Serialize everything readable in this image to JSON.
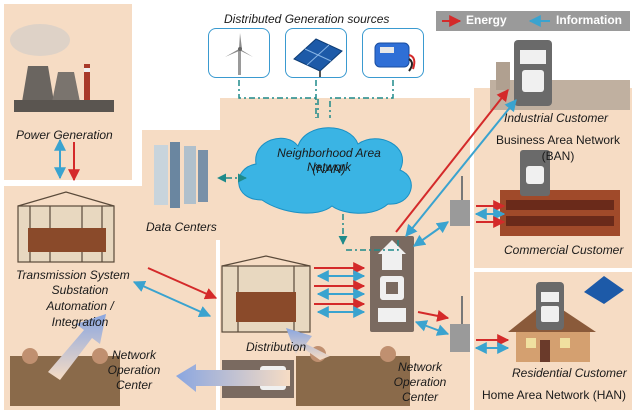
{
  "title": "Distributed Generation sources",
  "legend": {
    "energy": "Energy",
    "information": "Information"
  },
  "labels": {
    "power_generation": "Power Generation",
    "transmission_system": "Transmission System",
    "substation_automation": [
      "Substation",
      "Automation /",
      "Integration"
    ],
    "data_centers": "Data Centers",
    "nan": [
      "Neighborhood Area Network",
      "(NAN)"
    ],
    "distribution": "Distribution",
    "noc_left": [
      "Network",
      "Operation",
      "Center"
    ],
    "noc_right": [
      "Network",
      "Operation",
      "Center"
    ],
    "industrial_customer": "Industrial Customer",
    "ban": [
      "Business Area Network",
      "(BAN)"
    ],
    "commercial_customer": "Commercial Customer",
    "residential_customer": "Residential Customer",
    "han": "Home Area Network (HAN)"
  },
  "sources": [
    "wind-turbine",
    "solar-panel",
    "battery"
  ],
  "colors": {
    "energy": "#d42a2a",
    "information": "#3aa3cf",
    "panel": "#f6dcc4",
    "cloud": "#3ab4e4"
  }
}
